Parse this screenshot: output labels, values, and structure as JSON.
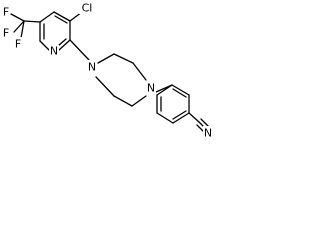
{
  "molecule": {
    "atoms": {
      "f1": "F",
      "f2": "F",
      "f3": "F",
      "cl": "Cl",
      "pyridine_n": "N",
      "piperazine_n1": "N",
      "piperazine_n2": "N",
      "nitrile_n": "N"
    }
  }
}
